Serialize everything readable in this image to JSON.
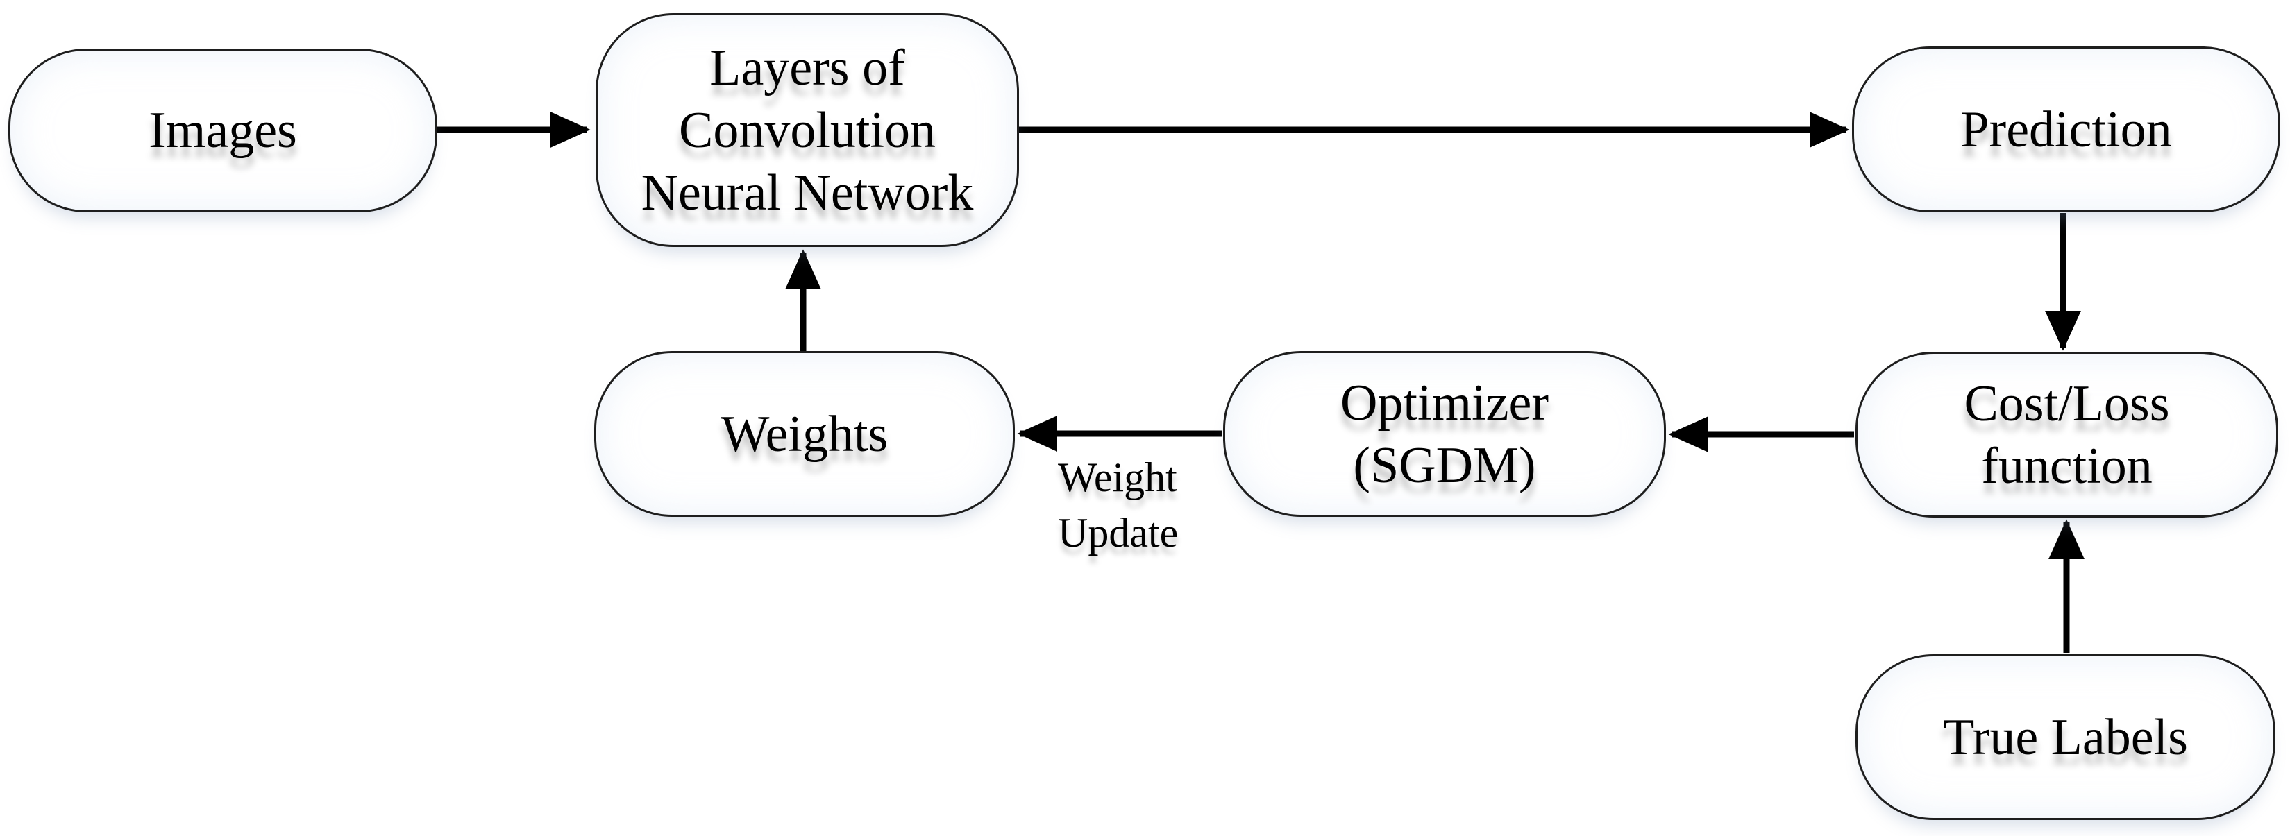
{
  "nodes": {
    "images": {
      "label": "Images"
    },
    "cnn": {
      "label": "Layers of\nConvolution\nNeural Network"
    },
    "prediction": {
      "label": "Prediction"
    },
    "cost_loss": {
      "label": "Cost/Loss\nfunction"
    },
    "true_labels": {
      "label": "True Labels"
    },
    "optimizer": {
      "label": "Optimizer\n(SGDM)"
    },
    "weights": {
      "label": "Weights"
    }
  },
  "edge_labels": {
    "weight_update": "Weight\nUpdate"
  },
  "edges": [
    {
      "from": "images",
      "to": "cnn",
      "label": ""
    },
    {
      "from": "cnn",
      "to": "prediction",
      "label": ""
    },
    {
      "from": "prediction",
      "to": "cost_loss",
      "label": ""
    },
    {
      "from": "true_labels",
      "to": "cost_loss",
      "label": ""
    },
    {
      "from": "cost_loss",
      "to": "optimizer",
      "label": ""
    },
    {
      "from": "optimizer",
      "to": "weights",
      "label": "Weight Update"
    },
    {
      "from": "weights",
      "to": "cnn",
      "label": ""
    }
  ],
  "colors": {
    "background": "#ffffff",
    "node_fill": "#ffffff",
    "stroke": "#1e1e1e",
    "arrow": "#000000",
    "text": "#000000"
  }
}
